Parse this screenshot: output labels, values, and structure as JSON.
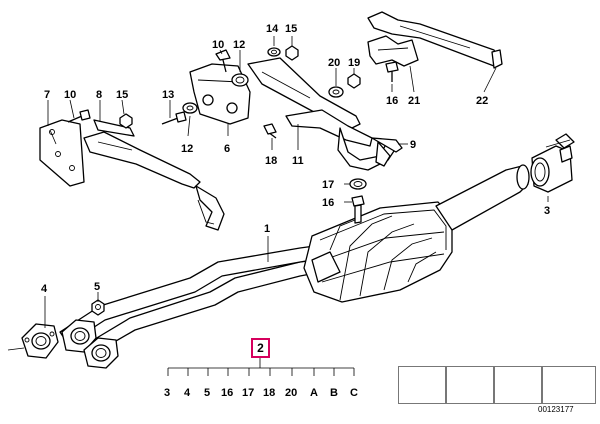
{
  "diagram_id": "00123177",
  "highlight": {
    "callout": "2",
    "color": "#d6005d"
  },
  "callouts": {
    "c1": "1",
    "c3": "3",
    "c4": "4",
    "c5": "5",
    "c6": "6",
    "c7": "7",
    "c8": "8",
    "c9": "9",
    "c10a": "10",
    "c10b": "10",
    "c11": "11",
    "c12a": "12",
    "c12b": "12",
    "c13": "13",
    "c14": "14",
    "c15a": "15",
    "c15b": "15",
    "c16a": "16",
    "c16b": "16",
    "c17": "17",
    "c18": "18",
    "c19": "19",
    "c20": "20",
    "c21": "21",
    "c22": "22"
  },
  "bracket_items": [
    "3",
    "4",
    "5",
    "16",
    "17",
    "18",
    "20",
    "A",
    "B",
    "C"
  ],
  "legend": [
    {
      "letter": "A",
      "icon": "flange-nut-icon"
    },
    {
      "letter": "B",
      "icon": "clamp-ring-icon"
    },
    {
      "letter": "C",
      "icon": "spring-clip-icon"
    }
  ]
}
